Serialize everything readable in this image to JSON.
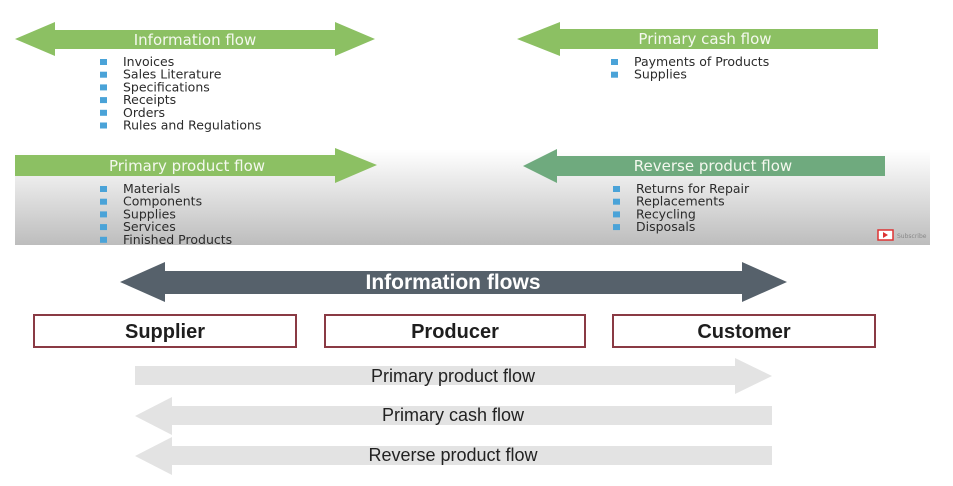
{
  "colors": {
    "green_arrow": "#8cc063",
    "reverse_green_arrow": "#6faa7e",
    "bullet": "#4aa3d8",
    "dark_arrow": "#56616b",
    "box_border": "#8a3a44",
    "light_arrow": "#e3e3e3"
  },
  "top_panel": {
    "information_flow": {
      "title": "Information flow",
      "direction": "both",
      "items": [
        "Invoices",
        "Sales Literature",
        "Specifications",
        "Receipts",
        "Orders",
        "Rules and Regulations"
      ]
    },
    "primary_cash_flow": {
      "title": "Primary cash flow",
      "direction": "left",
      "items": [
        "Payments of Products",
        "Supplies"
      ]
    },
    "primary_product_flow": {
      "title": "Primary product flow",
      "direction": "right",
      "items": [
        "Materials",
        "Components",
        "Supplies",
        "Services",
        "Finished Products"
      ]
    },
    "reverse_product_flow": {
      "title": "Reverse product flow",
      "direction": "left",
      "items": [
        "Returns for Repair",
        "Replacements",
        "Recycling",
        "Disposals"
      ]
    },
    "subscribe_label": "Subscribe",
    "subscribe_icon": "youtube-play-icon"
  },
  "bottom_diagram": {
    "information_flows": "Information flows",
    "entities": [
      "Supplier",
      "Producer",
      "Customer"
    ],
    "flows": [
      {
        "label": "Primary product flow",
        "direction": "right"
      },
      {
        "label": "Primary cash flow",
        "direction": "left"
      },
      {
        "label": "Reverse product flow",
        "direction": "left"
      }
    ]
  }
}
